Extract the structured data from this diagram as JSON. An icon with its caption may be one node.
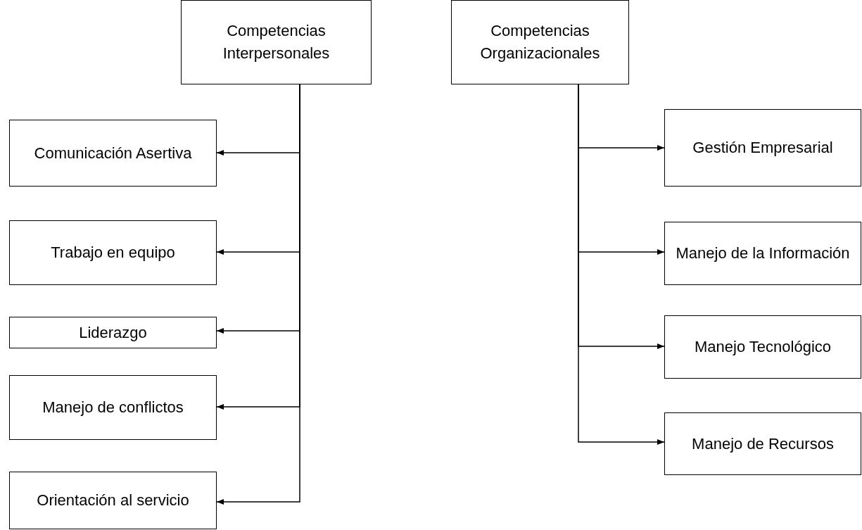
{
  "diagram": {
    "nodes": [
      {
        "text": [
          "Competencias Interpersonales"
        ]
      },
      {
        "text": [
          "Competencias Organizacionales"
        ]
      },
      {
        "text": [
          "Comunicación Asertiva"
        ]
      },
      {
        "text": [
          "Trabajo en equipo"
        ]
      },
      {
        "text": [
          "Liderazgo"
        ]
      },
      {
        "text": [
          "Manejo de conflictos"
        ]
      },
      {
        "text": [
          "Orientación al servicio"
        ]
      },
      {
        "text": [
          "Gestión Empresarial"
        ]
      },
      {
        "text": [
          "Manejo de la Información"
        ]
      },
      {
        "text": [
          "Manejo Tecnológico"
        ]
      },
      {
        "text": [
          "Manejo de Recursos"
        ]
      }
    ],
    "edges": [
      {
        "from": 0,
        "to": 2,
        "arrow": "to"
      },
      {
        "from": 0,
        "to": 3,
        "arrow": "to"
      },
      {
        "from": 0,
        "to": 4,
        "arrow": "to"
      },
      {
        "from": 0,
        "to": 5,
        "arrow": "to"
      },
      {
        "from": 0,
        "to": 6,
        "arrow": "to"
      },
      {
        "from": 1,
        "to": 7,
        "arrow": "to"
      },
      {
        "from": 1,
        "to": 8,
        "arrow": "to"
      },
      {
        "from": 1,
        "to": 9,
        "arrow": "to"
      },
      {
        "from": 1,
        "to": 10,
        "arrow": "to"
      }
    ]
  }
}
